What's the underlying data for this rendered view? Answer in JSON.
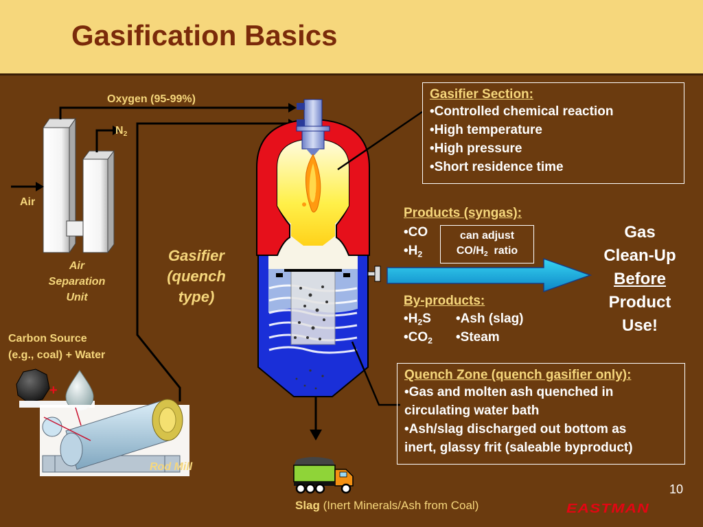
{
  "slide": {
    "title": "Gasification Basics",
    "page_number": "10",
    "logo_text": "EASTMAN",
    "colors": {
      "background": "#6b3b0f",
      "title_bar": "#f6d77c",
      "title_text": "#7a2a0a",
      "accent_yellow": "#f6d77c",
      "logo_red": "#e30613"
    }
  },
  "labels": {
    "oxygen": "Oxygen (95-99%)",
    "n2_main": "N",
    "n2_sub": "2",
    "air": "Air",
    "asu": [
      "Air",
      "Separation",
      "Unit"
    ],
    "carbon_source": [
      "Carbon Source",
      "(e.g., coal) + Water"
    ],
    "plus": "+",
    "rod_mill": "Rod Mill",
    "gasifier_type": [
      "Gasifier",
      "(quench",
      "type)"
    ],
    "slag_bold": "Slag",
    "slag_detail": "(Inert Minerals/Ash from Coal)"
  },
  "gasifier_section": {
    "heading": "Gasifier Section:",
    "items": [
      "•Controlled chemical reaction",
      "•High temperature",
      "•High pressure",
      "•Short residence time"
    ]
  },
  "products": {
    "heading": "Products (syngas):",
    "co": "•CO",
    "h2_main": "•H",
    "h2_sub": "2",
    "adjust_line1": "can adjust",
    "adjust_co": "CO/H",
    "adjust_sub": "2",
    "adjust_ratio": "ratio"
  },
  "byproducts": {
    "heading": "By-products:",
    "h2s_main": "•H",
    "h2s_sub": "2",
    "h2s_end": "S",
    "co2_main": "•CO",
    "co2_sub": "2",
    "ash": "•Ash (slag)",
    "steam": "•Steam"
  },
  "gas_cleanup": {
    "lines": [
      "Gas",
      "Clean-Up",
      "Before",
      "Product",
      "Use!"
    ]
  },
  "quench_zone": {
    "heading": "Quench Zone (quench gasifier only):",
    "items": [
      "•Gas and molten ash quenched in",
      "circulating water bath",
      "•Ash/slag discharged out bottom as",
      "inert, glassy frit (saleable byproduct)"
    ]
  },
  "icons": [
    "coal-lump-icon",
    "water-drop-icon",
    "rod-mill-icon",
    "slag-truck-icon",
    "flame-icon",
    "gasifier-vessel",
    "syngas-arrow"
  ]
}
